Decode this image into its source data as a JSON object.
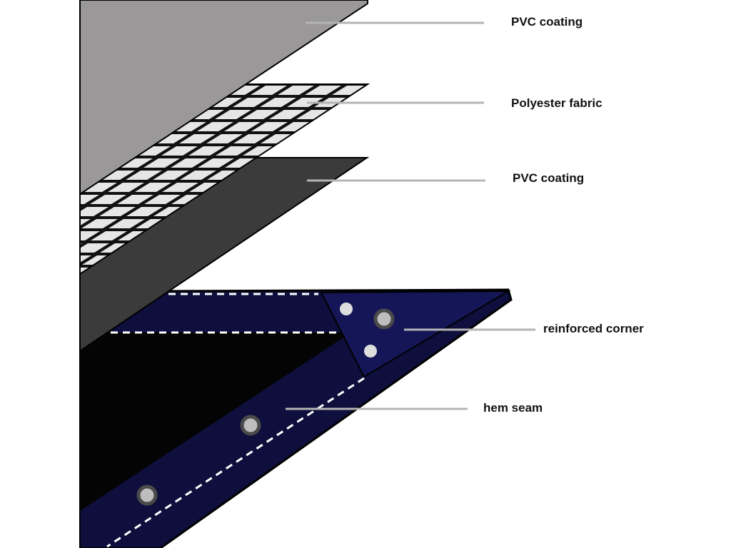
{
  "labels": {
    "pvc_coating_top": "PVC coating",
    "polyester_fabric": "Polyester fabric",
    "pvc_coating_bottom": "PVC coating",
    "reinforced_corner": "reinforced corner",
    "hem_seam": "hem seam"
  },
  "colors": {
    "pvc_top": "#9a9898",
    "fabric_cell": "#e6e6e6",
    "fabric_grid": "#111111",
    "pvc_bottom": "#3b3b3b",
    "tarp_inner": "#040404",
    "tarp_hem": "#0e0f3d",
    "grommet": "#b9b9b9",
    "leader_line": "#b5b5b5"
  }
}
